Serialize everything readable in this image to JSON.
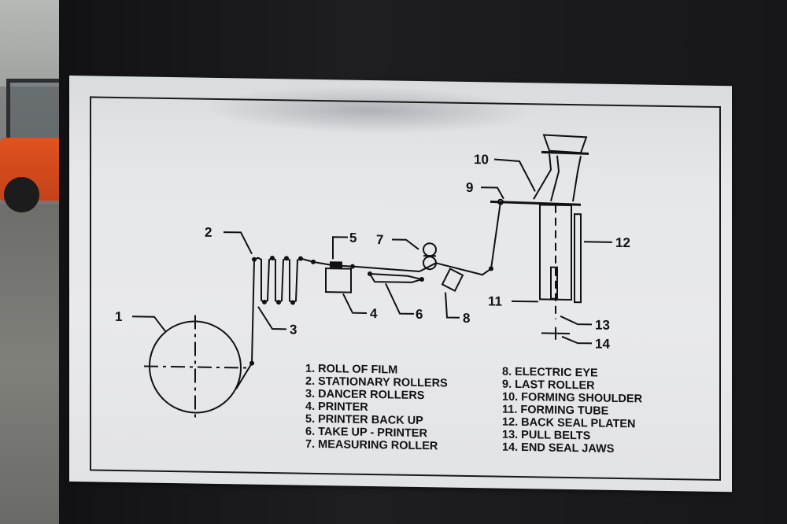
{
  "image_description_labels": {
    "numbers": [
      "1",
      "2",
      "3",
      "4",
      "5",
      "6",
      "7",
      "8",
      "9",
      "10",
      "11",
      "12",
      "13",
      "14"
    ]
  },
  "legend_left": [
    "1.  ROLL OF FILM",
    "2.  STATIONARY ROLLERS",
    "3.  DANCER ROLLERS",
    "4. PRINTER",
    "5. PRINTER BACK UP",
    "6. TAKE UP - PRINTER",
    "7. MEASURING ROLLER"
  ],
  "legend_right": [
    "8. ELECTRIC EYE",
    "9. LAST ROLLER",
    "10. FORMING SHOULDER",
    "11. FORMING TUBE",
    "12. BACK SEAL PLATEN",
    "13. PULL BELTS",
    "14. END SEAL JAWS"
  ],
  "colors": {
    "plate": "#e6e7e9",
    "ink": "#111111",
    "cabinet": "#1b1b1d",
    "forklift": "#d94c1c"
  }
}
